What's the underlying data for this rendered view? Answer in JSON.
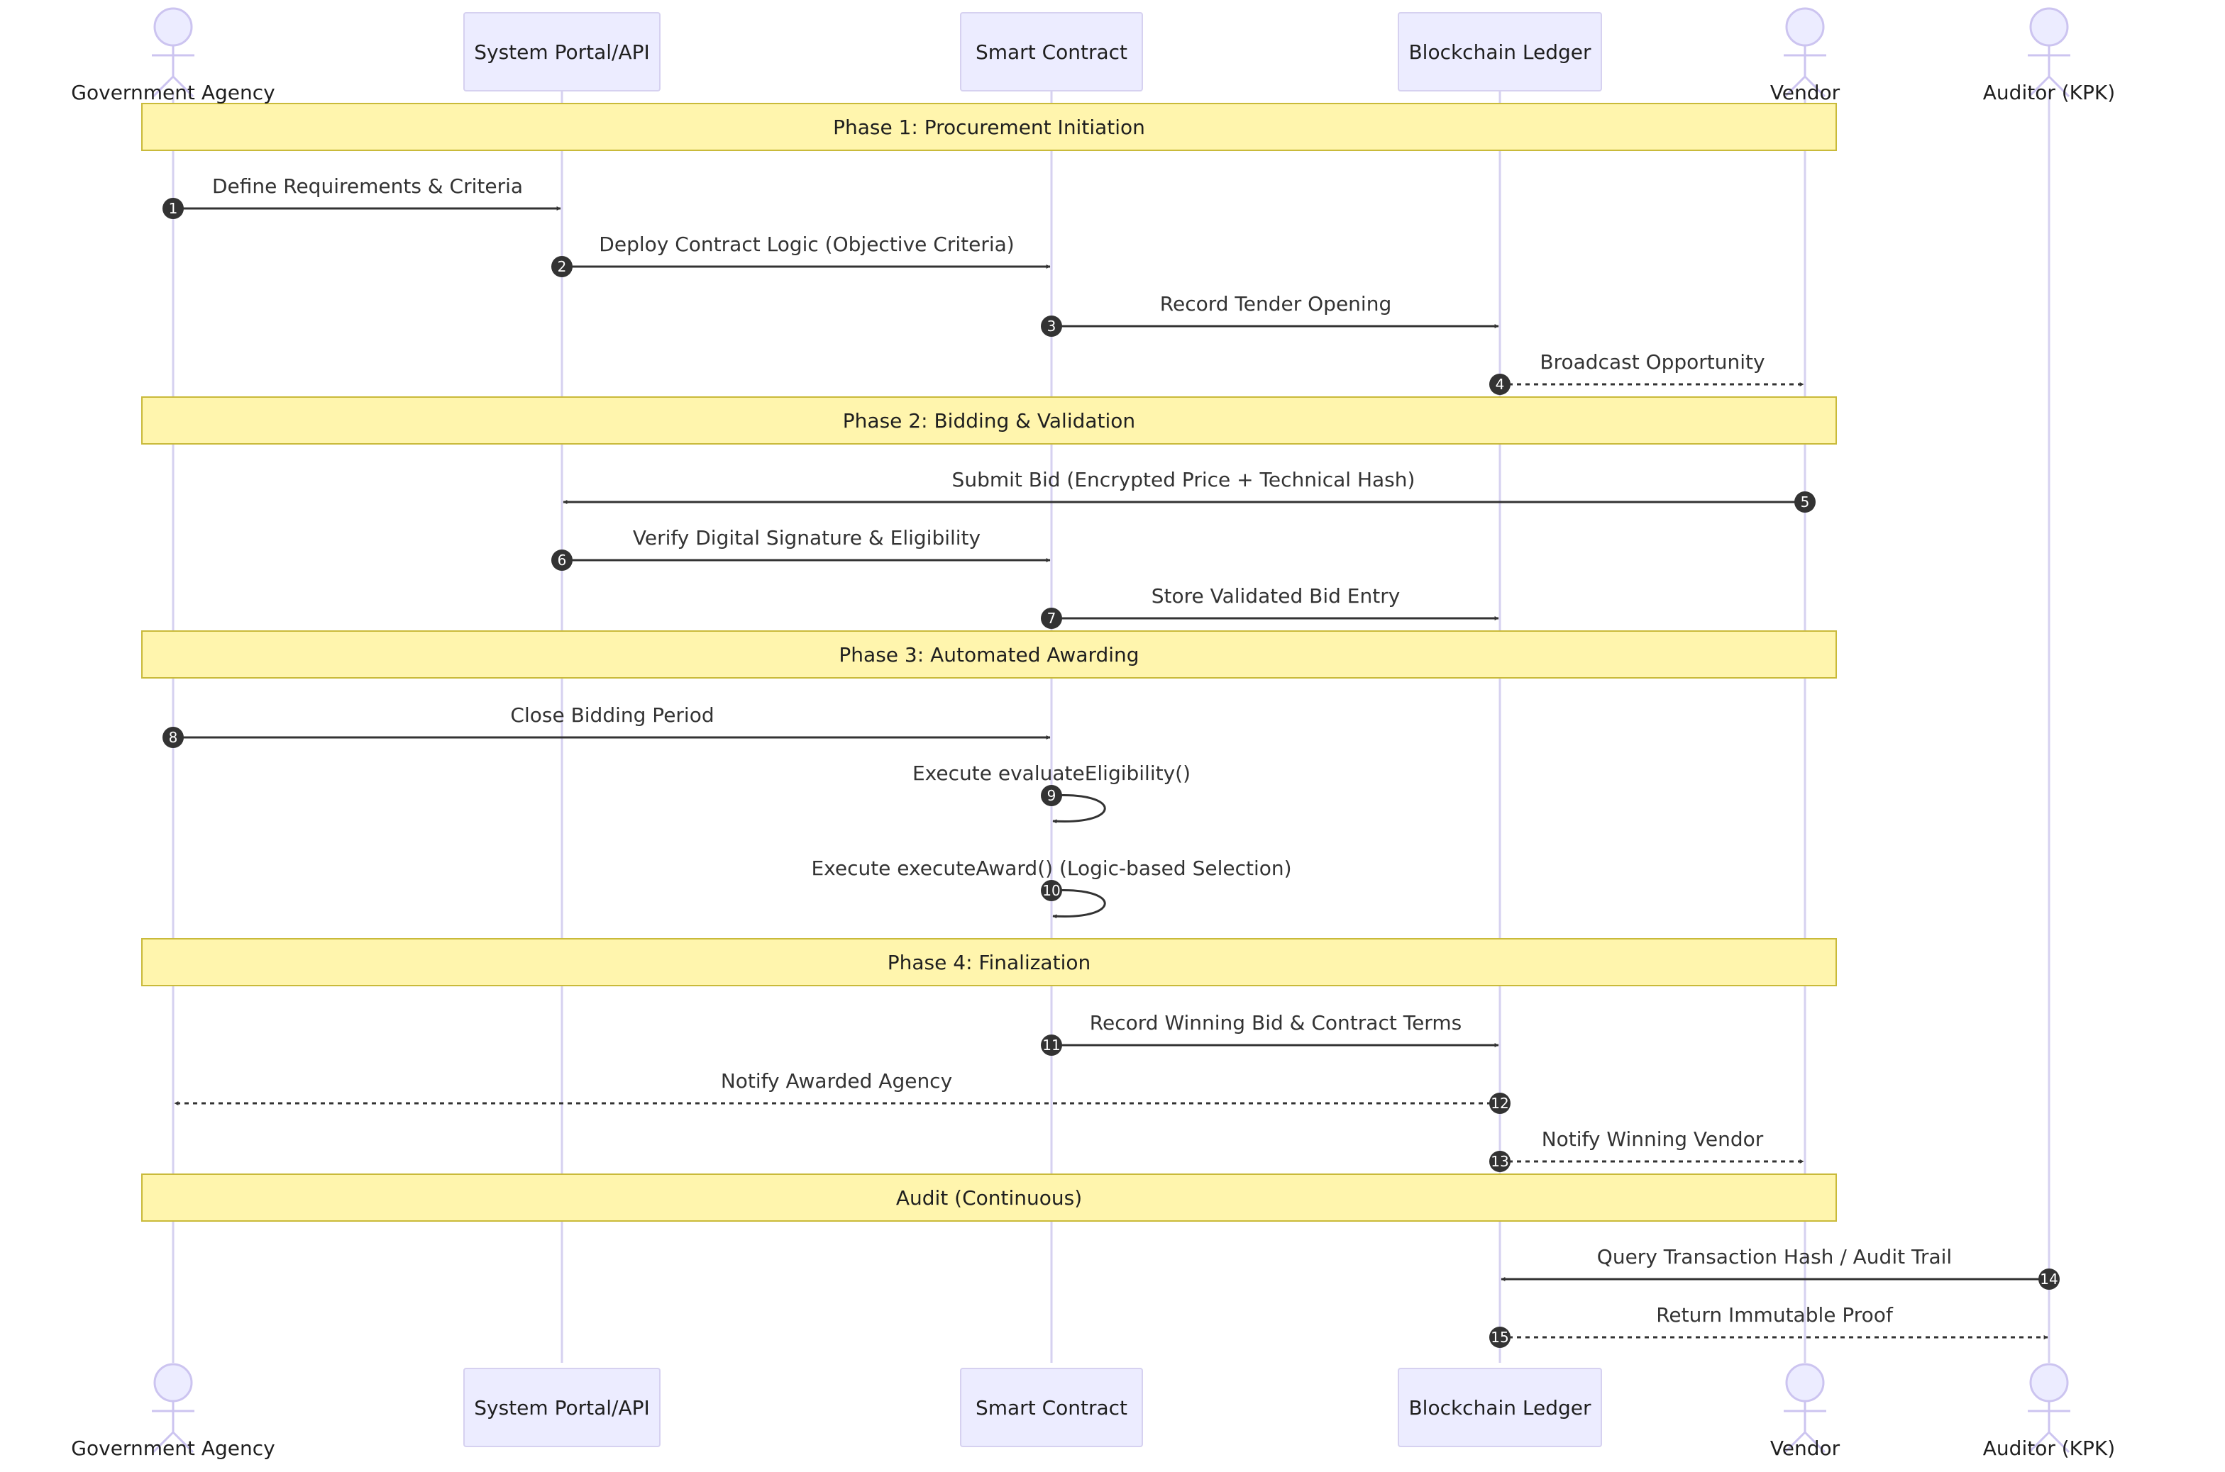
{
  "participants": [
    {
      "id": "agency",
      "label": "Government Agency",
      "kind": "actor"
    },
    {
      "id": "portal",
      "label": "System Portal/API",
      "kind": "box"
    },
    {
      "id": "contract",
      "label": "Smart Contract",
      "kind": "box"
    },
    {
      "id": "ledger",
      "label": "Blockchain Ledger",
      "kind": "box"
    },
    {
      "id": "vendor",
      "label": "Vendor",
      "kind": "actor"
    },
    {
      "id": "auditor",
      "label": "Auditor (KPK)",
      "kind": "actor"
    }
  ],
  "phases": [
    {
      "label": "Phase 1: Procurement Initiation"
    },
    {
      "label": "Phase 2: Bidding & Validation"
    },
    {
      "label": "Phase 3: Automated Awarding"
    },
    {
      "label": "Phase 4: Finalization"
    },
    {
      "label": "Audit (Continuous)"
    }
  ],
  "messages": [
    {
      "number": "1",
      "from": "agency",
      "to": "portal",
      "label": "Define Requirements & Criteria",
      "style": "solid"
    },
    {
      "number": "2",
      "from": "portal",
      "to": "contract",
      "label": "Deploy Contract Logic (Objective Criteria)",
      "style": "solid"
    },
    {
      "number": "3",
      "from": "contract",
      "to": "ledger",
      "label": "Record Tender Opening",
      "style": "solid"
    },
    {
      "number": "4",
      "from": "ledger",
      "to": "vendor",
      "label": "Broadcast Opportunity",
      "style": "dotted"
    },
    {
      "number": "5",
      "from": "vendor",
      "to": "portal",
      "label": "Submit Bid (Encrypted Price + Technical Hash)",
      "style": "solid"
    },
    {
      "number": "6",
      "from": "portal",
      "to": "contract",
      "label": "Verify Digital Signature & Eligibility",
      "style": "solid"
    },
    {
      "number": "7",
      "from": "contract",
      "to": "ledger",
      "label": "Store Validated Bid Entry",
      "style": "solid"
    },
    {
      "number": "8",
      "from": "agency",
      "to": "contract",
      "label": "Close Bidding Period",
      "style": "solid"
    },
    {
      "number": "9",
      "from": "contract",
      "to": "contract",
      "label": "Execute evaluateEligibility()",
      "style": "solid"
    },
    {
      "number": "10",
      "from": "contract",
      "to": "contract",
      "label": "Execute executeAward() (Logic-based Selection)",
      "style": "solid"
    },
    {
      "number": "11",
      "from": "contract",
      "to": "ledger",
      "label": "Record Winning Bid & Contract Terms",
      "style": "solid"
    },
    {
      "number": "12",
      "from": "ledger",
      "to": "agency",
      "label": "Notify Awarded Agency",
      "style": "dotted"
    },
    {
      "number": "13",
      "from": "ledger",
      "to": "vendor",
      "label": "Notify Winning Vendor",
      "style": "dotted"
    },
    {
      "number": "14",
      "from": "auditor",
      "to": "ledger",
      "label": "Query Transaction Hash / Audit Trail",
      "style": "solid"
    },
    {
      "number": "15",
      "from": "ledger",
      "to": "auditor",
      "label": "Return Immutable Proof",
      "style": "dotted"
    }
  ],
  "colors": {
    "participant_fill": "#ececff",
    "participant_border": "#d6d1f0",
    "note_fill": "#fff5ad",
    "note_border": "#c9ba3a",
    "arrow": "#333333"
  }
}
